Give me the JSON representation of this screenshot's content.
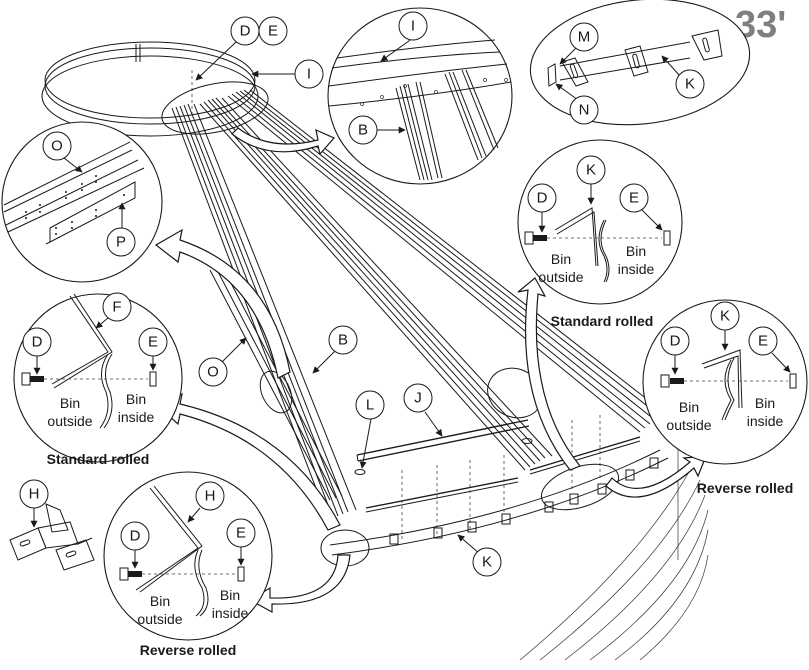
{
  "diagram": {
    "size_label": "33'",
    "main_callouts": {
      "compression_ring_D": "D",
      "compression_ring_E": "E",
      "ring_I": "I",
      "rafter_B": "B",
      "splice_O": "O",
      "purlin_J": "J",
      "bolt_L": "L",
      "eave_clip_K": "K"
    },
    "detail_top_ring": {
      "label_I": "I",
      "label_B": "B"
    },
    "detail_eave_clip": {
      "label_M": "M",
      "label_N": "N",
      "label_K": "K"
    },
    "detail_splice": {
      "label_O": "O",
      "label_P": "P"
    },
    "detail_standard_left": {
      "label_F": "F",
      "label_D": "D",
      "label_E": "E",
      "bin_outside": [
        "Bin",
        "outside"
      ],
      "bin_inside": [
        "Bin",
        "inside"
      ],
      "caption": "Standard rolled"
    },
    "detail_standard_right": {
      "label_K": "K",
      "label_D": "D",
      "label_E": "E",
      "bin_outside": [
        "Bin",
        "outside"
      ],
      "bin_inside": [
        "Bin",
        "inside"
      ],
      "caption": "Standard rolled"
    },
    "detail_reverse_right": {
      "label_K": "K",
      "label_D": "D",
      "label_E": "E",
      "bin_outside": [
        "Bin",
        "outside"
      ],
      "bin_inside": [
        "Bin",
        "inside"
      ],
      "caption": "Reverse rolled"
    },
    "detail_reverse_left": {
      "label_H": "H",
      "label_D": "D",
      "label_E": "E",
      "bin_outside": [
        "Bin",
        "outside"
      ],
      "bin_inside": [
        "Bin",
        "inside"
      ],
      "caption": "Reverse rolled"
    },
    "part_H": {
      "label_H": "H"
    }
  }
}
